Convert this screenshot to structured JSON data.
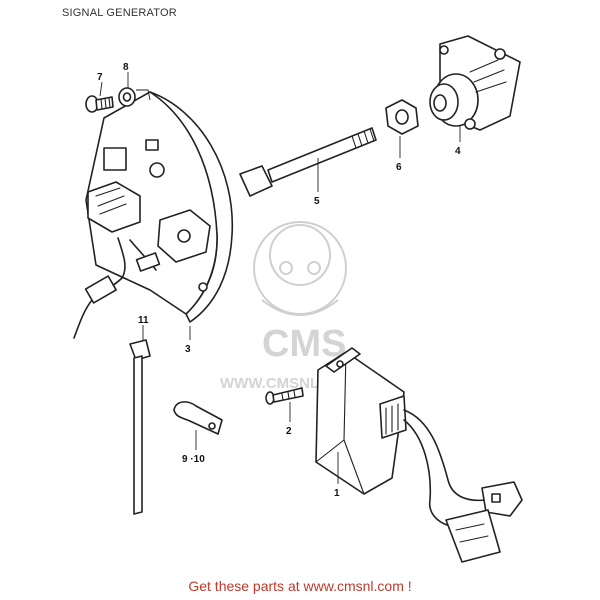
{
  "title": "SIGNAL GENERATOR",
  "watermark": {
    "brand": "CMS",
    "url": "WWW.CMSNL.COM"
  },
  "footer": {
    "link_text": "Get these parts at www.cmsnl.com !",
    "color": "#c0392b"
  },
  "part_labels": {
    "p1": "1",
    "p2": "2",
    "p3": "3",
    "p4": "4",
    "p5": "5",
    "p6": "6",
    "p7": "7",
    "p8": "8",
    "p9_10": "9 ·10",
    "p11": "11"
  }
}
